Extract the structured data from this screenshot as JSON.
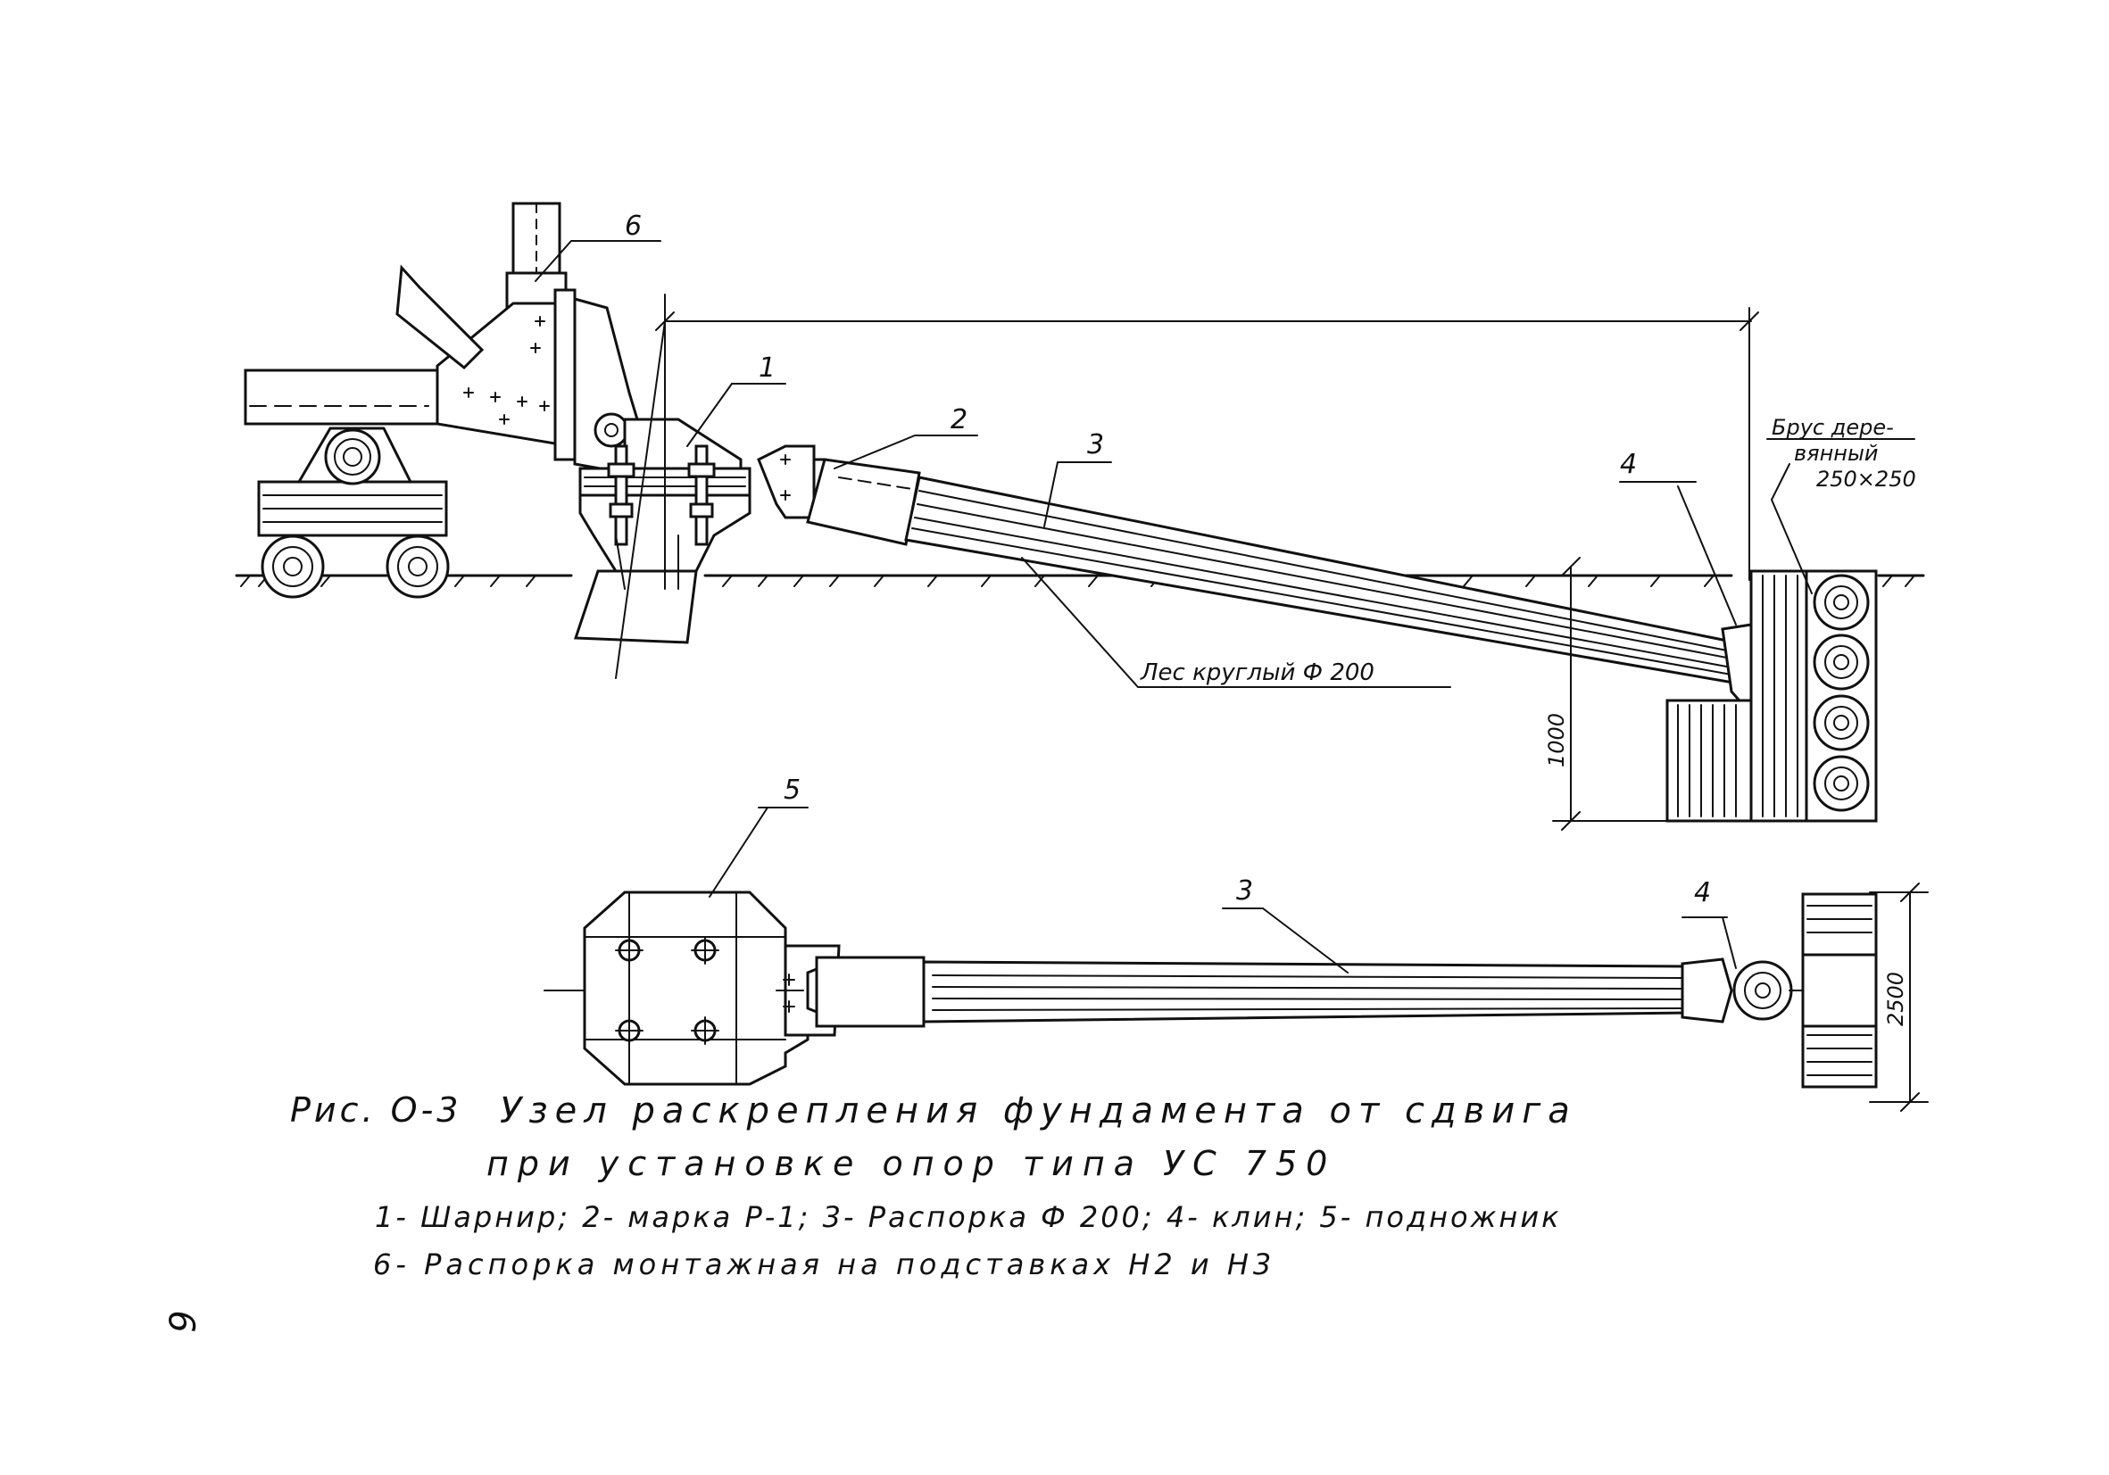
{
  "callouts": {
    "c1": "1",
    "c2": "2",
    "c3": "3",
    "c4": "4",
    "c5": "5",
    "c6": "6",
    "c3_plan": "3",
    "c4_plan": "4"
  },
  "notes": {
    "timber_line1": "Брус дере-",
    "timber_line2": "вянный",
    "timber_line3": "250×250",
    "round_log": "Лес круглый Ф 200"
  },
  "dimensions": {
    "depth": "1000",
    "width": "2500"
  },
  "caption": {
    "fig_no": "Рис. О-3",
    "title_line1": "Узел раскрепления фундамента от сдвига",
    "title_line2": "при установке опор типа УС 750"
  },
  "legend": {
    "line1": "1- Шарнир;  2- марка Р-1;  3- Распорка Ф 200;  4- клин;  5- подножник",
    "line2": "6- Распорка монтажная на подставках Н2 и Н3"
  },
  "page_number": "6"
}
